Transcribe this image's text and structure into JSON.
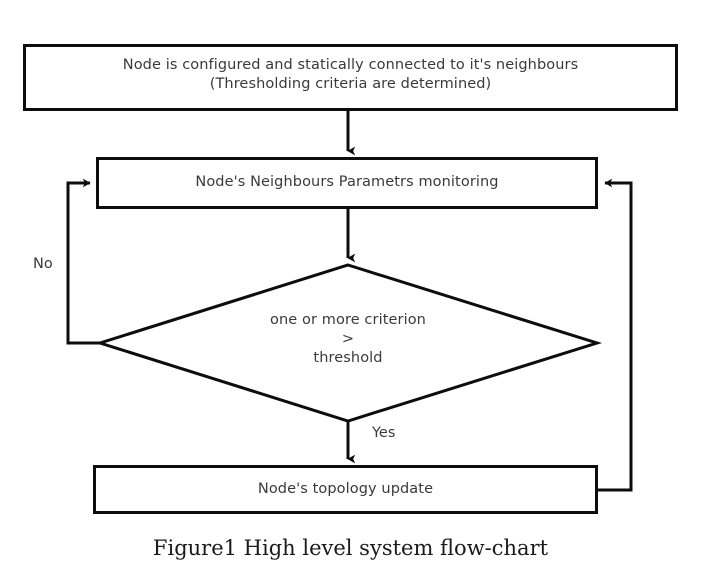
{
  "figure": {
    "caption": "Figure1 High level system flow-chart"
  },
  "colors": {
    "stroke": "#0d0d0d",
    "text": "#3a3a3a",
    "caption_text": "#1a1a1a",
    "background": "#ffffff"
  },
  "flowchart": {
    "type": "flow-chart",
    "nodes": [
      {
        "id": "start",
        "shape": "rectangle",
        "lines": [
          "Node is configured and statically connected to it's neighbours",
          "(Thresholding criteria are determined)"
        ]
      },
      {
        "id": "monitor",
        "shape": "rectangle",
        "lines": [
          "Node's Neighbours Parametrs monitoring"
        ]
      },
      {
        "id": "decision",
        "shape": "diamond",
        "lines": [
          "one or more criterion",
          ">",
          "threshold"
        ]
      },
      {
        "id": "update",
        "shape": "rectangle",
        "lines": [
          "Node's topology update"
        ]
      }
    ],
    "edges": [
      {
        "from": "start",
        "to": "monitor",
        "label": ""
      },
      {
        "from": "monitor",
        "to": "decision",
        "label": ""
      },
      {
        "from": "decision",
        "to": "monitor",
        "label": "No"
      },
      {
        "from": "decision",
        "to": "update",
        "label": "Yes"
      },
      {
        "from": "update",
        "to": "monitor",
        "label": ""
      }
    ],
    "labels": {
      "no": "No",
      "yes": "Yes"
    },
    "text": {
      "start_line1": "Node is configured and statically connected to it's neighbours",
      "start_line2": "(Thresholding criteria are determined)",
      "monitor_line1": "Node's Neighbours Parametrs monitoring",
      "decision_line1": "one or more criterion",
      "decision_line2": ">",
      "decision_line3": "threshold",
      "update_line1": "Node's topology update"
    }
  }
}
